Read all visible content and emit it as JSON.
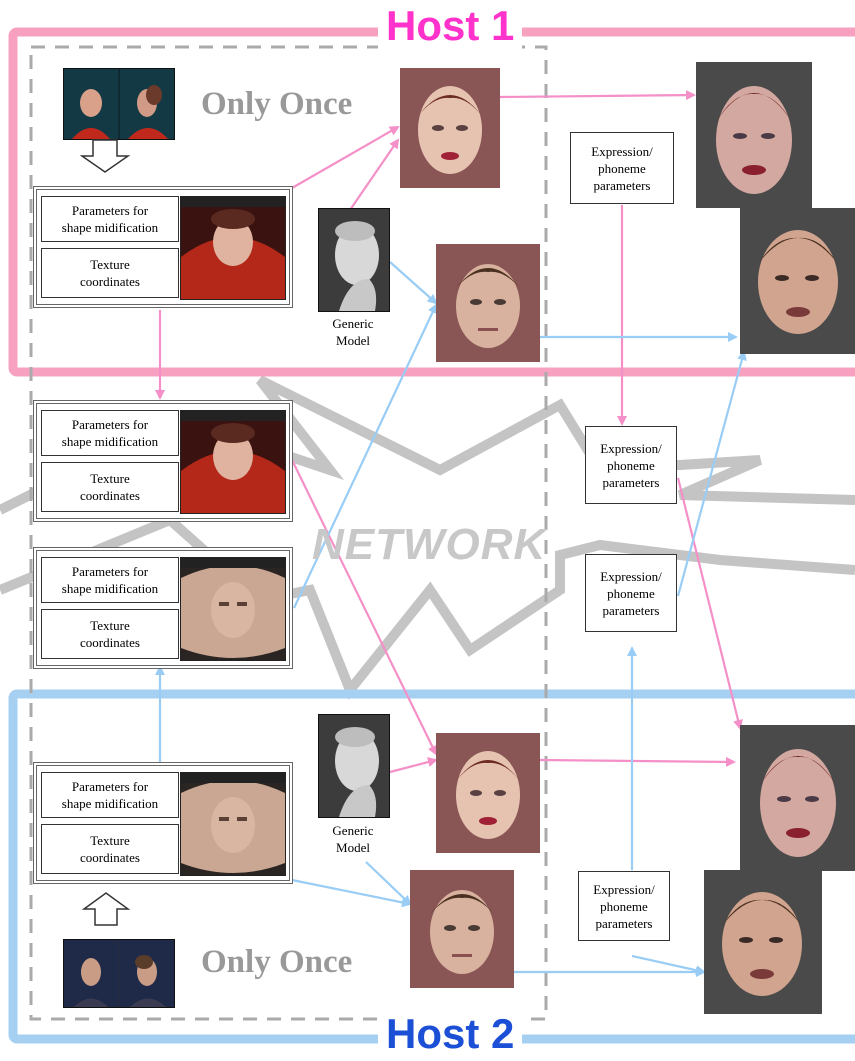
{
  "hosts": {
    "host1": {
      "label": "Host 1",
      "color": "#ff33cc",
      "frame_color": "#f7a0c0"
    },
    "host2": {
      "label": "Host 2",
      "color": "#1a4fd6",
      "frame_color": "#a6d0f2"
    }
  },
  "once_label": "Only Once",
  "network_label": "NETWORK",
  "generic_model_label": "Generic\nModel",
  "packet": {
    "shape_label": "Parameters for\nshape midification",
    "texture_label": "Texture\ncoordinates"
  },
  "expression_label": "Expression/\nphoneme\nparameters",
  "colors": {
    "pink_arrow": "#f48fc8",
    "blue_arrow": "#99cdf5",
    "network_gray": "#c4c4c4",
    "dashed_gray": "#aaaaaa",
    "face_bg_brown": "#8a5555",
    "render_bg": "#4a4a4a"
  }
}
